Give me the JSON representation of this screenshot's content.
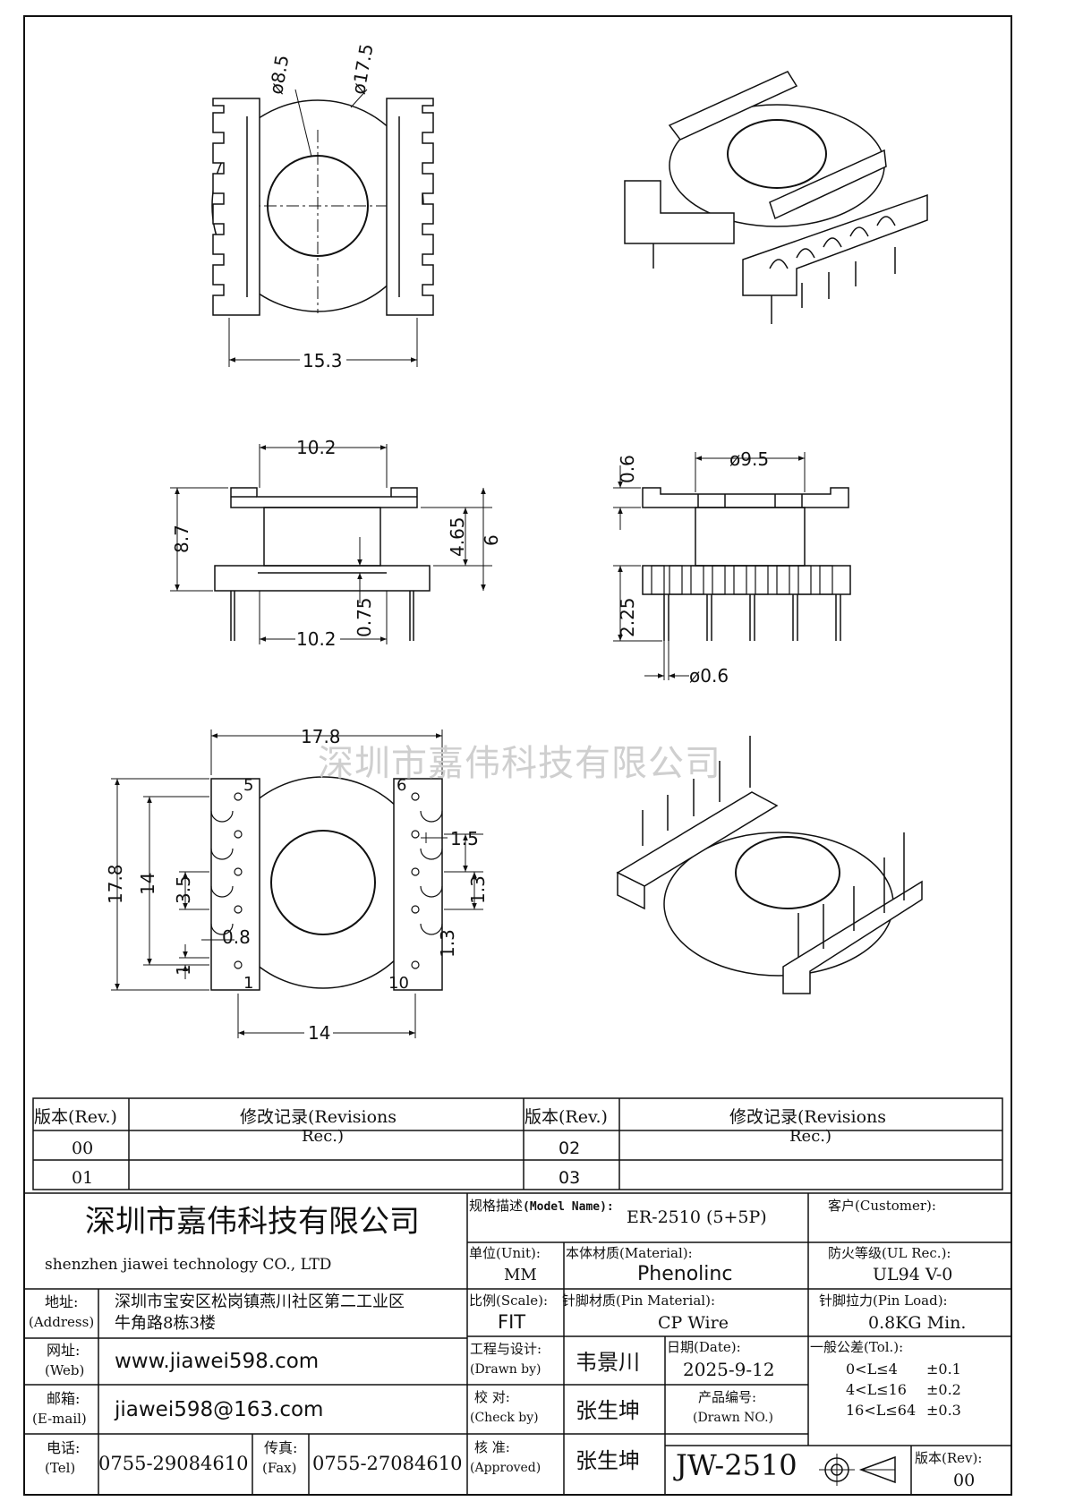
{
  "watermark": "深圳市嘉伟科技有限公司",
  "dimensions": {
    "d_8_5": "ø8.5",
    "d_17_5": "ø17.5",
    "w_15_3": "15.3",
    "w_10_2_top": "10.2",
    "w_10_2_bottom": "10.2",
    "h_8_7": "8.7",
    "h_4_65": "4.65",
    "h_6": "6",
    "h_0_75": "0.75",
    "d_9_5": "ø9.5",
    "h_0_6": "0.6",
    "h_2_25": "2.25",
    "d_pin_0_6": "ø0.6",
    "w_17_8": "17.8",
    "h_17_8": "17.8",
    "h_14": "14",
    "w_14": "14",
    "h_3_5": "3.5",
    "d_0_8": "0.8",
    "h_1": "1",
    "w_1_5": "1.5",
    "p_1_3_a": "1.3",
    "p_1_3_b": "1.3",
    "pin_1": "1",
    "pin_5": "5",
    "pin_6": "6",
    "pin_10": "10"
  },
  "revisions": {
    "rev_header": "版本(Rev.)",
    "record_header": "修改记录(Revisions",
    "rec_label": "Rec.)",
    "rows_left": [
      "00",
      "01"
    ],
    "rows_right": [
      "02",
      "03"
    ]
  },
  "title_block": {
    "company_cn": "深圳市嘉伟科技有限公司",
    "company_en": "shenzhen  jiawei  technology  CO., LTD",
    "address_label": "地址:",
    "address_label_en": "(Address)",
    "address_line1": "深圳市宝安区松岗镇燕川社区第二工业区",
    "address_line2": "牛角路8栋3楼",
    "web_label": "网址:",
    "web_label_en": "(Web)",
    "web": "www.jiawei598.com",
    "email_label": "邮箱:",
    "email_label_en": "(E-mail)",
    "email": "jiawei598@163.com",
    "tel_label": "电话:",
    "tel_label_en": "(Tel)",
    "tel": "0755-29084610",
    "fax_label": "传真:",
    "fax_label_en": "(Fax)",
    "fax": "0755-27084610",
    "model_label_cn": "规格描述",
    "model_label_en": "(Model Name):",
    "model_value": "ER-2510 (5+5P)",
    "customer_label": "客户(Customer):",
    "unit_label": "单位(Unit):",
    "unit_value": "MM",
    "material_label": "本体材质(Material):",
    "material_value": "Phenolinc",
    "ul_label": "防火等级(UL Rec.):",
    "ul_value": "UL94 V-0",
    "scale_label": "比例(Scale):",
    "scale_value": "FIT",
    "pin_material_label": "针脚材质(Pin Material):",
    "pin_material_value": "CP Wire",
    "pin_load_label": "针脚拉力(Pin Load):",
    "pin_load_value": "0.8KG Min.",
    "drawn_label": "工程与设计:",
    "drawn_label_en": "(Drawn by)",
    "drawn_value": "韦景川",
    "date_label": "日期(Date):",
    "date_value": "2025-9-12",
    "tol_label": "一般公差(Tol.):",
    "tol_rows": [
      {
        "range": "0<L≤4",
        "tol": "±0.1"
      },
      {
        "range": "4<L≤16",
        "tol": "±0.2"
      },
      {
        "range": "16<L≤64",
        "tol": "±0.3"
      }
    ],
    "check_label": "校  对:",
    "check_label_en": "(Check by)",
    "check_value": "张生坤",
    "drawing_no_label": "产品编号:",
    "drawing_no_label_en": "(Drawn NO.)",
    "approved_label": "核  准:",
    "approved_label_en": "(Approved)",
    "approved_value": "张生坤",
    "drawing_no_value": "JW-2510",
    "rev_label": "版本(Rev):",
    "rev_value": "00"
  }
}
